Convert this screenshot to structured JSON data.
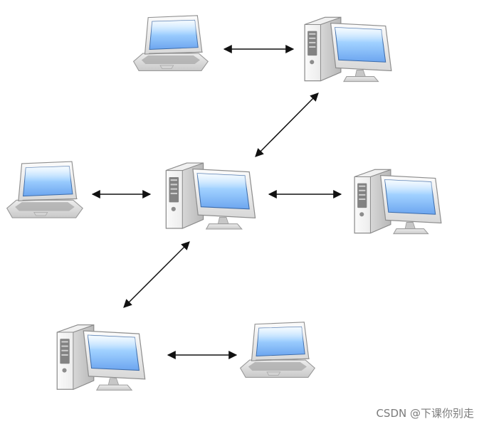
{
  "watermark": "CSDN @下课你别走",
  "colors": {
    "screen_light": "#d7ecff",
    "screen_dark": "#6a9ae8",
    "case_light": "#f3f3f3",
    "case_dark": "#a7a7a7",
    "line": "#111111"
  },
  "nodes": [
    {
      "id": "laptop-top-left",
      "type": "laptop"
    },
    {
      "id": "desktop-top-right",
      "type": "desktop"
    },
    {
      "id": "laptop-middle-left",
      "type": "laptop"
    },
    {
      "id": "desktop-center",
      "type": "desktop"
    },
    {
      "id": "desktop-middle-right",
      "type": "desktop"
    },
    {
      "id": "desktop-bottom-left",
      "type": "desktop"
    },
    {
      "id": "laptop-bottom-right",
      "type": "laptop"
    }
  ],
  "connections": [
    {
      "from": "laptop-top-left",
      "to": "desktop-top-right",
      "style": "bidirectional"
    },
    {
      "from": "desktop-top-right",
      "to": "desktop-center",
      "style": "bidirectional"
    },
    {
      "from": "laptop-middle-left",
      "to": "desktop-center",
      "style": "bidirectional"
    },
    {
      "from": "desktop-center",
      "to": "desktop-middle-right",
      "style": "bidirectional"
    },
    {
      "from": "desktop-center",
      "to": "desktop-bottom-left",
      "style": "bidirectional"
    },
    {
      "from": "desktop-bottom-left",
      "to": "laptop-bottom-right",
      "style": "bidirectional"
    }
  ]
}
